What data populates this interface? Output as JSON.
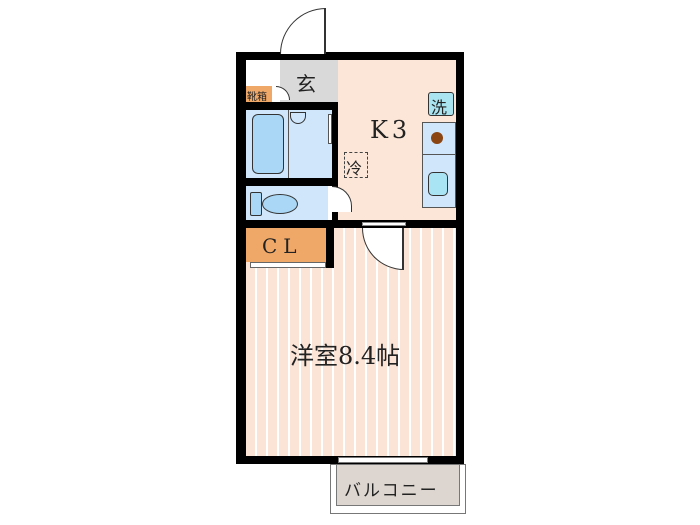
{
  "floorplan": {
    "rooms": {
      "entrance": {
        "label": "玄"
      },
      "shoe_box": {
        "label": "靴箱"
      },
      "kitchen": {
        "label": "K3"
      },
      "laundry": {
        "label": "洗"
      },
      "fridge": {
        "label": "冷"
      },
      "closet": {
        "label": "CL"
      },
      "western_room": {
        "label": "洋室8.4帖"
      },
      "balcony": {
        "label": "バルコニー"
      }
    },
    "colors": {
      "wall": "#000000",
      "kitchen_floor": "#fbe6d8",
      "room_floor": "#fbe3d6",
      "bath": "#cfe6fb",
      "fixture": "#a9d7f5",
      "closet": "#f0a868",
      "entrance": "#d9d9d9",
      "balcony": "#ddd5cf",
      "shoe_box": "#f0a868"
    }
  }
}
